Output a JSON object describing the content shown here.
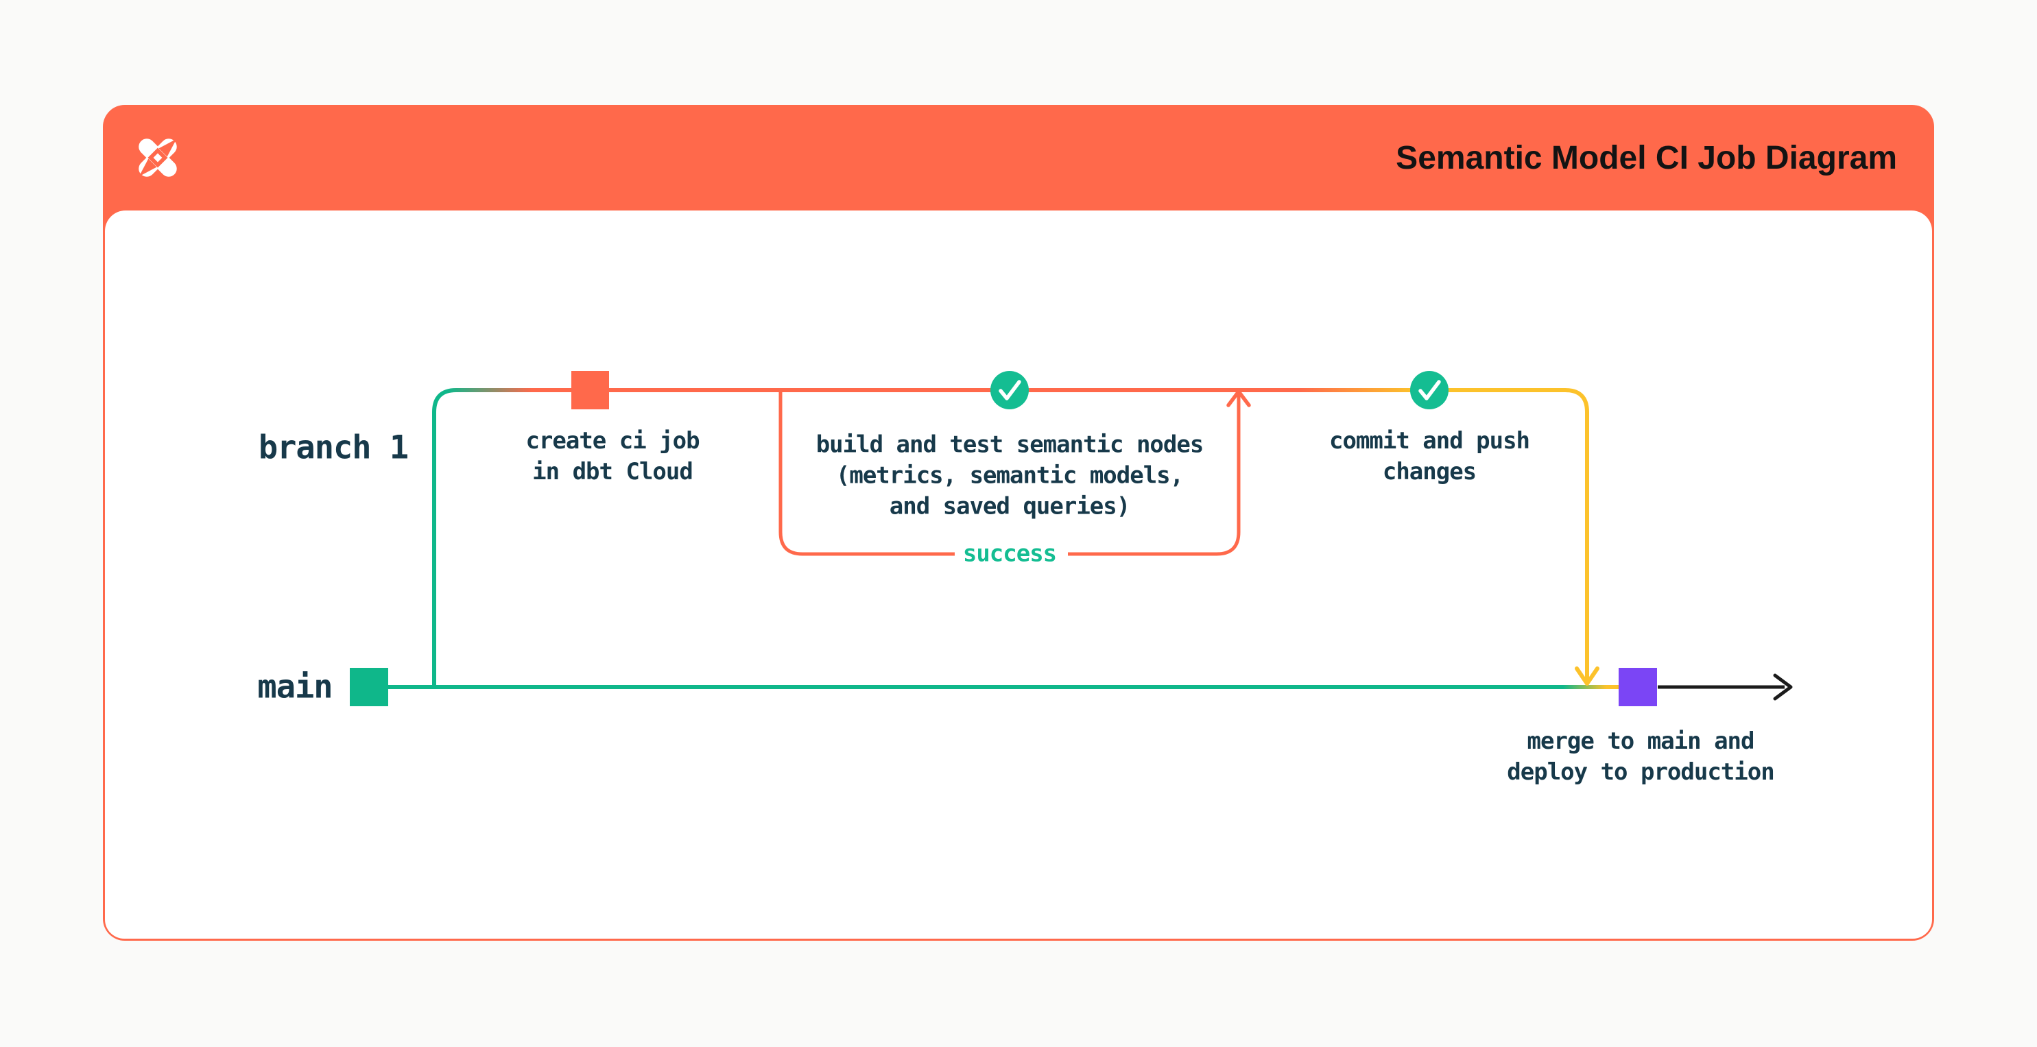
{
  "header": {
    "title": "Semantic Model CI Job Diagram",
    "logo_name": "dbt-logo"
  },
  "diagram": {
    "branch_label": "branch 1",
    "main_label": "main",
    "success_label": "success",
    "create_ci": {
      "line1": "create ci job",
      "line2": "in dbt Cloud"
    },
    "build_test": {
      "line1": "build and test semantic nodes",
      "line2": "(metrics, semantic models,",
      "line3": "and saved queries)"
    },
    "commit_push": {
      "line1": "commit and push",
      "line2": "changes"
    },
    "merge": {
      "line1": "merge to main and",
      "line2": "deploy to production"
    }
  },
  "colors": {
    "orange": "#FF694B",
    "branch_green": "#0FB78A",
    "check_green": "#14BD92",
    "yellow": "#FCC22B",
    "purple": "#7B45F5",
    "label_ink": "#17394A",
    "title_ink": "#131313",
    "arrow_black": "#1B1B1B",
    "card_bg": "#FFFFFF",
    "page_bg": "#FAFAF9"
  }
}
